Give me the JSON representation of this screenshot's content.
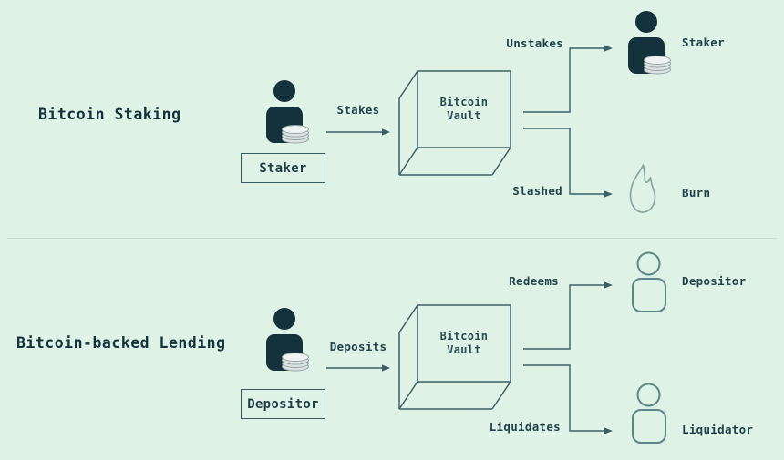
{
  "palette": {
    "background": "#dff2e6",
    "ink": "#13323c",
    "stroke": "#3c5f66",
    "outline_icon": "#5c8687",
    "flame": "#87a6a1",
    "coin_fill": "#dce3e2",
    "divider": "#c7dbcf"
  },
  "sections": [
    {
      "title": "Bitcoin Staking",
      "actor": {
        "label": "Staker",
        "icon": "person-with-coins"
      },
      "action_in": "Stakes",
      "vault": {
        "line1": "Bitcoin",
        "line2": "Vault"
      },
      "outcomes": [
        {
          "action": "Unstakes",
          "target": "Staker",
          "icon": "person-with-coins"
        },
        {
          "action": "Slashed",
          "target": "Burn",
          "icon": "flame"
        }
      ]
    },
    {
      "title": "Bitcoin-backed Lending",
      "actor": {
        "label": "Depositor",
        "icon": "person-with-coins"
      },
      "action_in": "Deposits",
      "vault": {
        "line1": "Bitcoin",
        "line2": "Vault"
      },
      "outcomes": [
        {
          "action": "Redeems",
          "target": "Depositor",
          "icon": "person-outline"
        },
        {
          "action": "Liquidates",
          "target": "Liquidator",
          "icon": "person-outline"
        }
      ]
    }
  ]
}
